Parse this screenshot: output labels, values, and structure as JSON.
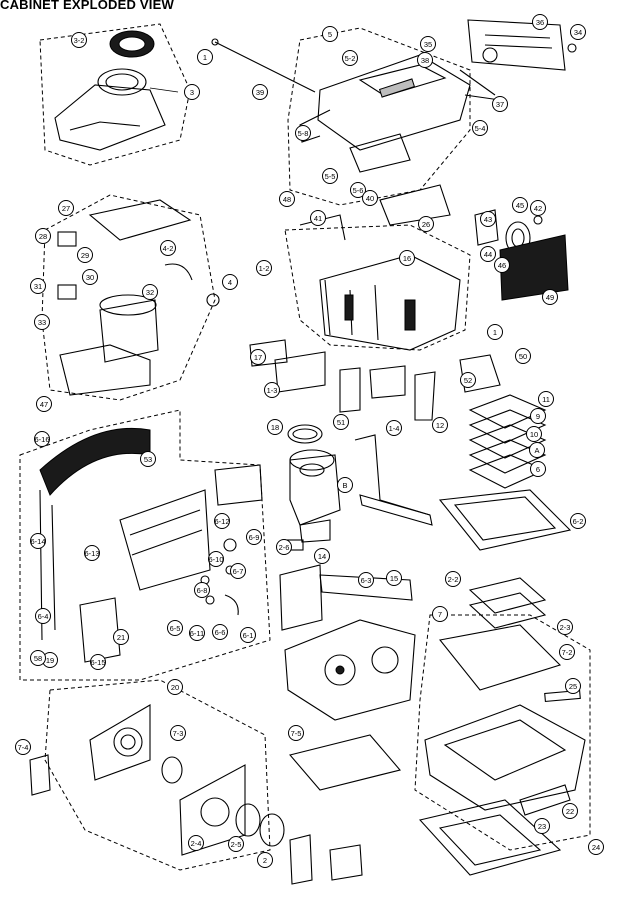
{
  "title": "CABINET EXPLODED VIEW",
  "callouts": [
    "3-2",
    "3",
    "1",
    "39",
    "5",
    "5-2",
    "35",
    "34",
    "38",
    "36",
    "37",
    "5-4",
    "5-8",
    "5-5",
    "5-6",
    "40",
    "26",
    "27",
    "28",
    "29",
    "30",
    "31",
    "33",
    "4-2",
    "32",
    "4",
    "47",
    "48",
    "41",
    "43",
    "45",
    "42",
    "44",
    "46",
    "49",
    "1-2",
    "16",
    "17",
    "1-3",
    "1",
    "50",
    "51",
    "1-4",
    "52",
    "12",
    "11",
    "9",
    "10",
    "A",
    "6",
    "6-16",
    "53",
    "18",
    "B",
    "6-3",
    "6-2",
    "6-14",
    "6-13",
    "6-12",
    "6-9",
    "6-10",
    "6-7",
    "6-8",
    "6-5",
    "6-11",
    "6-15",
    "6-6",
    "6-1",
    "6-4",
    "21",
    "19",
    "58",
    "14",
    "15",
    "2-6",
    "2-2",
    "2-3",
    "7",
    "7-2",
    "25",
    "20",
    "7-3",
    "7-4",
    "7-5",
    "2-4",
    "2-5",
    "2",
    "22",
    "23",
    "24"
  ]
}
